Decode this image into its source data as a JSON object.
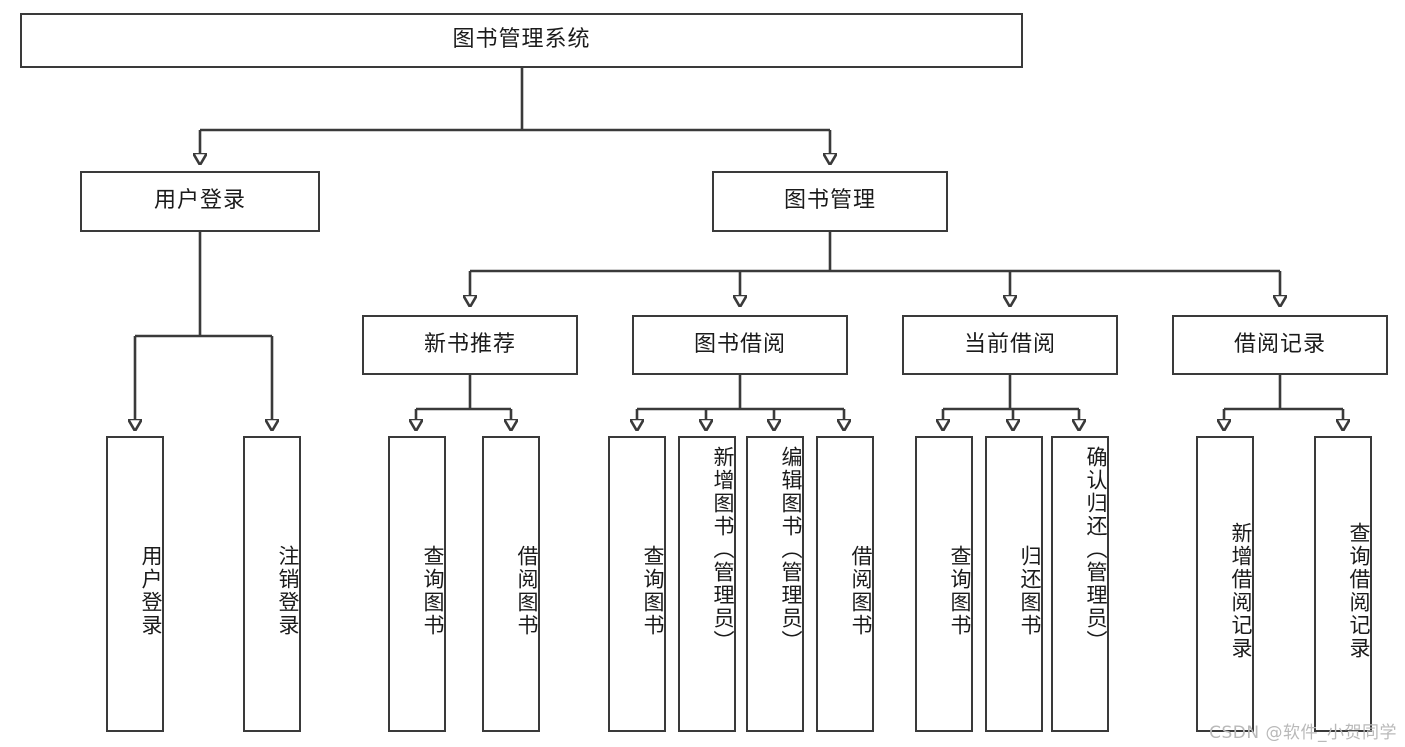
{
  "diagram": {
    "title": "图书管理系统",
    "type": "tree-hierarchy-chart",
    "watermark": "CSDN @软件_小贺同学",
    "root": {
      "label": "图书管理系统"
    },
    "level1": [
      {
        "label": "用户登录"
      },
      {
        "label": "图书管理"
      }
    ],
    "level2": [
      {
        "label": "新书推荐"
      },
      {
        "label": "图书借阅"
      },
      {
        "label": "当前借阅"
      },
      {
        "label": "借阅记录"
      }
    ],
    "leaves": {
      "user_login": [
        {
          "label": "用户登录"
        },
        {
          "label": "注销登录"
        }
      ],
      "new_book": [
        {
          "label": "查询图书"
        },
        {
          "label": "借阅图书"
        }
      ],
      "borrow_book": [
        {
          "label": "查询图书"
        },
        {
          "label": "新增图书（管理员）"
        },
        {
          "label": "编辑图书（管理员）"
        },
        {
          "label": "借阅图书"
        }
      ],
      "current_borrow": [
        {
          "label": "查询图书"
        },
        {
          "label": "归还图书"
        },
        {
          "label": "确认归还（管理员）"
        }
      ],
      "borrow_record": [
        {
          "label": "新增借阅记录"
        },
        {
          "label": "查询借阅记录"
        }
      ]
    },
    "colors": {
      "stroke": "#3a3a3a",
      "fill": "#ffffff",
      "text": "#1b1b1b",
      "watermark": "#b9b9b9"
    }
  }
}
